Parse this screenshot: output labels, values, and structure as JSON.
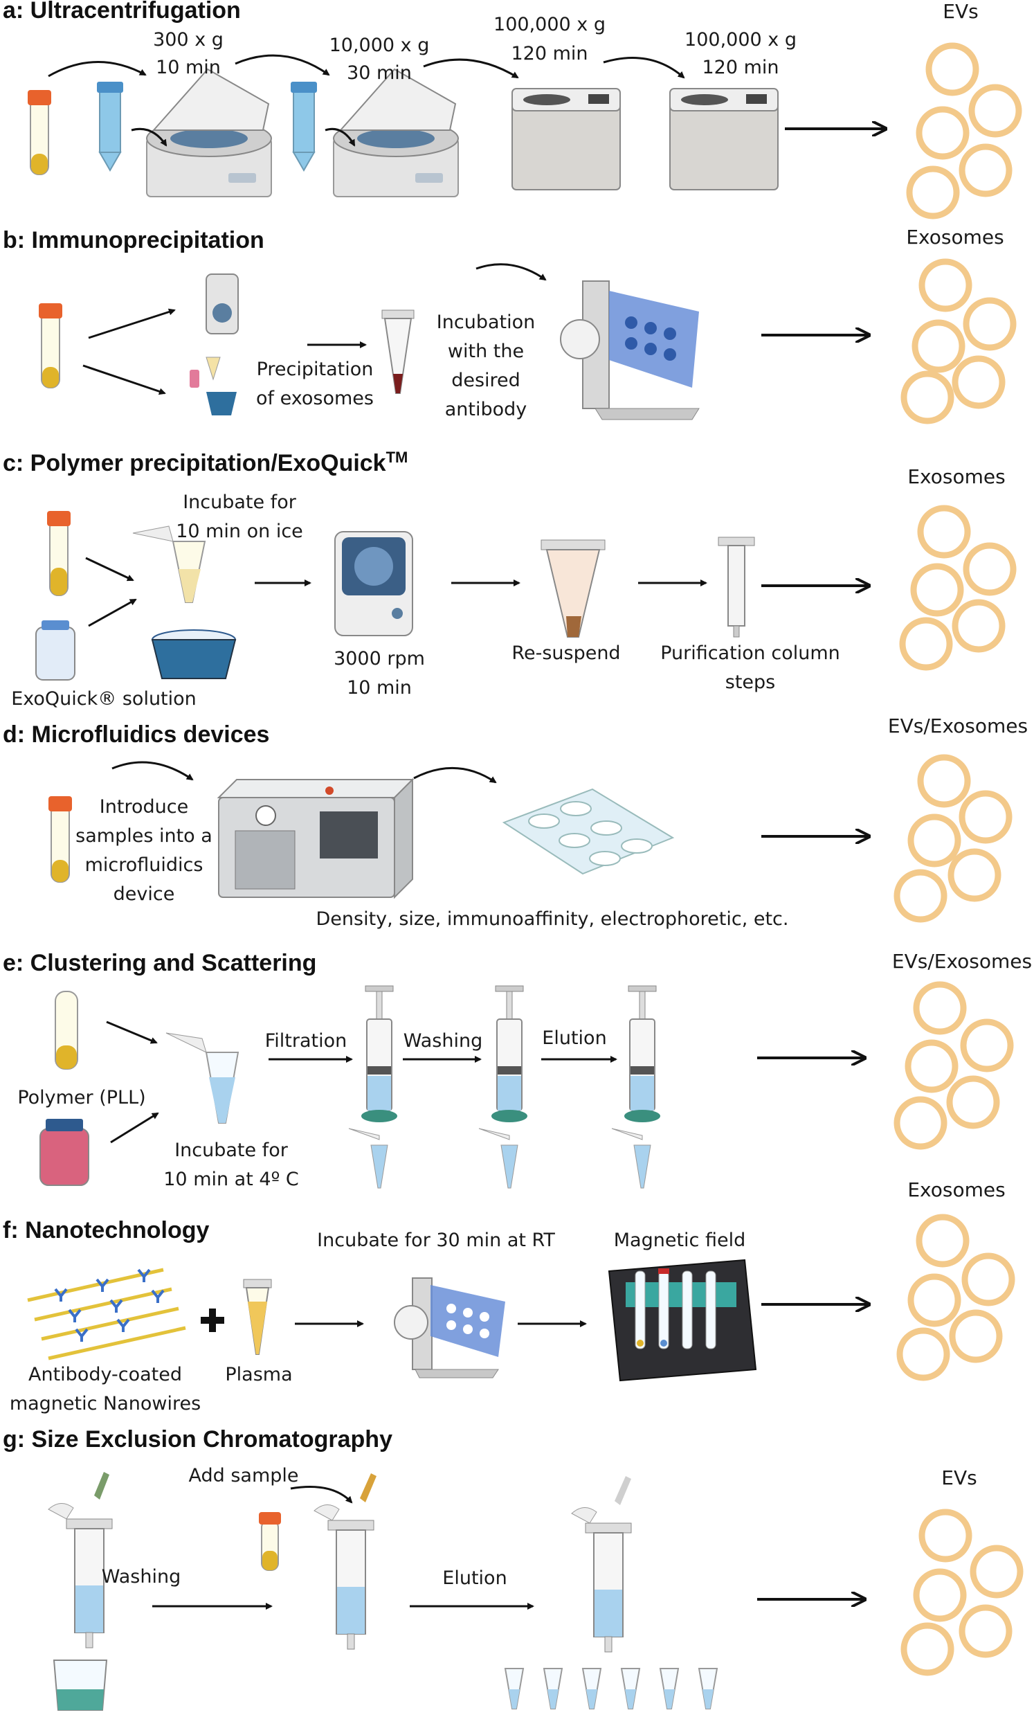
{
  "panels": [
    {
      "title": "a: Ultracentrifugation",
      "result": "EVs",
      "steps": [
        "300 x g",
        "10 min",
        "10,000 x g",
        "30 min",
        "100,000 x g",
        "120 min",
        "100,000 x g",
        "120 min"
      ]
    },
    {
      "title": "b: Immunoprecipitation",
      "result": "Exosomes",
      "labels": [
        "Precipitation",
        "of exosomes",
        "Incubation",
        "with the",
        "desired",
        "antibody"
      ]
    },
    {
      "title": "c: Polymer precipitation/ExoQuick",
      "title_sup": "TM",
      "result": "Exosomes",
      "labels": [
        "Incubate for",
        "10 min on ice",
        "ExoQuick® solution",
        "3000 rpm",
        "10 min",
        "Re-suspend",
        "Purification column",
        "steps"
      ]
    },
    {
      "title": "d: Microfluidics  devices",
      "result": "EVs/Exosomes",
      "labels": [
        "Introduce",
        "samples into a",
        "microfluidics",
        "device",
        "Density, size, immunoaffinity, electrophoretic, etc."
      ]
    },
    {
      "title": "e: Clustering  and Scattering",
      "result": "EVs/Exosomes",
      "labels": [
        "Filtration",
        "Washing",
        "Elution",
        "Polymer (PLL)",
        "Incubate for",
        "10 min at 4º C"
      ]
    },
    {
      "title": "f: Nanotechnology",
      "result": "Exosomes",
      "labels": [
        "Incubate for 30 min at RT",
        "Magnetic field",
        "Antibody-coated",
        "magnetic Nanowires",
        "Plasma"
      ]
    },
    {
      "title": "g: Size Exclusion Chromatography",
      "result": "EVs",
      "labels": [
        "Add sample",
        "Washing",
        "Elution"
      ]
    }
  ],
  "colors": {
    "vesicle": "#f3c98a",
    "sample_cap": "#e8622c",
    "sample_fluid": "#e0b42a",
    "tube_blue": "#6fb6dc",
    "liquid_blue": "#a9d2ee",
    "machine": "#dcdcdc",
    "rotator_blue": "#6a8fd8",
    "pink_fluid": "#d9637e",
    "filter_green": "#3a8f7e"
  }
}
